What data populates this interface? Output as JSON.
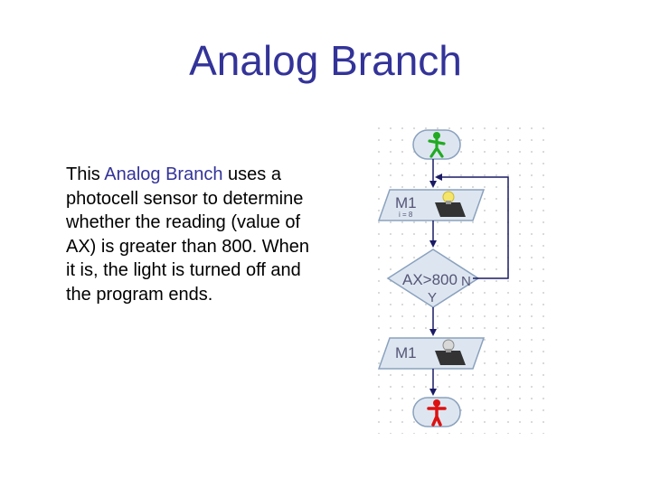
{
  "slide": {
    "title": "Analog Branch",
    "body_pre": "This ",
    "body_highlight": "Analog Branch",
    "body_post": " uses a photocell sensor to determine whether the reading (value of AX) is greater than 800. When it is, the light is turned off and the program ends."
  },
  "flowchart": {
    "step1_label": "M1",
    "step1_sub": "i = 8",
    "branch_label": "AX>800",
    "branch_no": "N",
    "branch_yes": "Y",
    "step2_label": "M1",
    "colors": {
      "grid_dot": "#bfbfbf",
      "block_fill": "#dde6f0",
      "block_stroke": "#8aa1be",
      "arrow": "#1a1a66",
      "start_figure": "#22aa22",
      "stop_figure": "#dd1111",
      "text": "#555577"
    },
    "icons": [
      "start-figure-icon",
      "light-on-icon",
      "light-off-icon",
      "stop-figure-icon"
    ]
  }
}
